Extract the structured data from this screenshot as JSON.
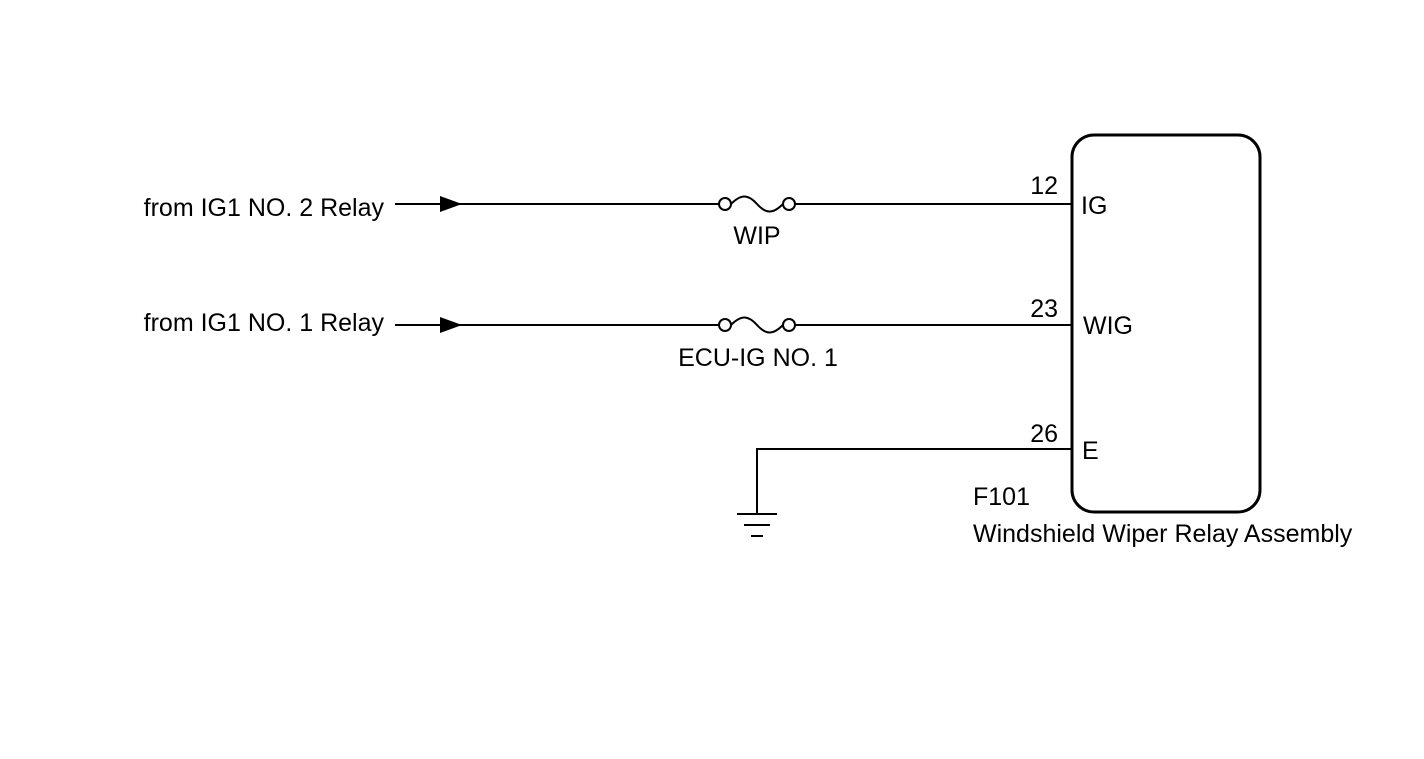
{
  "inputs": [
    {
      "source_label": "from IG1 NO. 2 Relay",
      "fuse_label": "WIP",
      "pin_number": "12",
      "pin_label": "IG"
    },
    {
      "source_label": "from IG1 NO. 1 Relay",
      "fuse_label": "ECU-IG NO. 1",
      "pin_number": "23",
      "pin_label": "WIG"
    }
  ],
  "ground": {
    "pin_number": "26",
    "pin_label": "E"
  },
  "component": {
    "code": "F101",
    "name": "Windshield Wiper Relay Assembly"
  },
  "colors": {
    "line": "#000000",
    "background": "#ffffff"
  }
}
